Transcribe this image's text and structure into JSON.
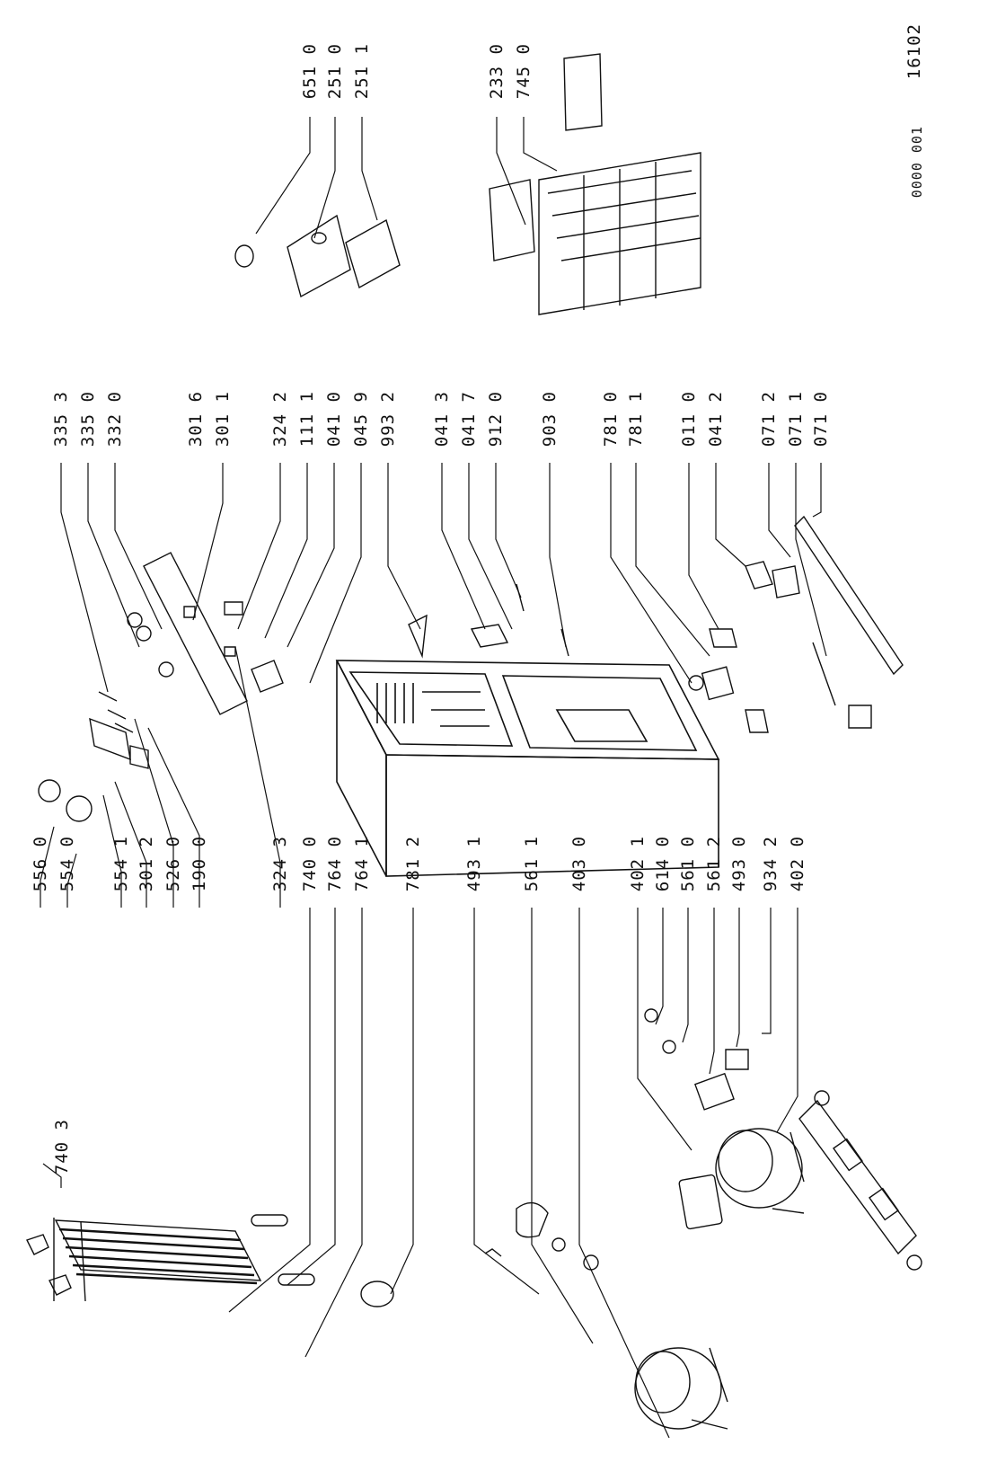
{
  "doc_code": {
    "prefix": "0000 001",
    "number": "16102"
  },
  "part_numbers": {
    "p7403": "740 3",
    "p5560": "556 0",
    "p5540": "554 0",
    "p5541": "554 1",
    "p3012": "301 2",
    "p5260": "526 0",
    "p1900": "190 0",
    "p3243": "324 3",
    "p7400": "740 0",
    "p7640": "764 0",
    "p7641": "764 1",
    "p7812": "781 2",
    "p4931": "493 1",
    "p5611": "561 1",
    "p4030": "403 0",
    "p4021": "402 1",
    "p6140": "614 0",
    "p5610": "561 0",
    "p5612": "561 2",
    "p4930": "493 0",
    "p9342": "934 2",
    "p4020": "402 0",
    "p3353": "335 3",
    "p3350": "335 0",
    "p3320": "332 0",
    "p3016": "301 6",
    "p3011": "301 1",
    "p3242": "324 2",
    "p1111": "111 1",
    "p0410": "041 0",
    "p0459": "045 9",
    "p9932": "993 2",
    "p0413": "041 3",
    "p0417": "041 7",
    "p9120": "912 0",
    "p9030": "903 0",
    "p7810": "781 0",
    "p7811": "781 1",
    "p0110": "011 0",
    "p0412": "041 2",
    "p0712": "071 2",
    "p0711": "071 1",
    "p0710": "071 0",
    "p6510": "651 0",
    "p2510": "251 0",
    "p2511": "251 1",
    "p2330": "233 0",
    "p7450": "745 0"
  }
}
